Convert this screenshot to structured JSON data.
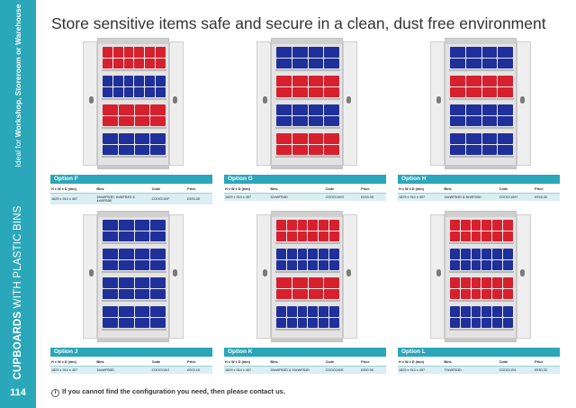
{
  "sidebar": {
    "tagline_prefix": "Ideal for ",
    "tagline_bold": "Workshop, Storeroom or Warehouse",
    "section_bold": "CUPBOARDS",
    "section_rest": " WITH PLASTIC BINS",
    "page_number": "114"
  },
  "headline": "Store sensitive items safe and secure in a clean, dust free environment",
  "table_headers": [
    "H x W x D (mm)",
    "Bins",
    "Code",
    "Price"
  ],
  "options": [
    {
      "label": "Option F",
      "row": [
        "1829 x 914 x 457",
        "28xWFB3D, 8xWFB4D & 4xWFB5E",
        "CDOG/10/F",
        "£925.35"
      ],
      "shelves": [
        [
          "red",
          "s"
        ],
        [
          "blue",
          "s"
        ],
        [
          "red",
          "b"
        ],
        [
          "blue",
          "b"
        ]
      ]
    },
    {
      "label": "Option G",
      "row": [
        "1829 x 914 x 457",
        "32xWFB4D",
        "CDOG/10/G",
        "£933.35"
      ],
      "shelves": [
        [
          "blue",
          "b"
        ],
        [
          "red",
          "b"
        ],
        [
          "blue",
          "b"
        ],
        [
          "red",
          "b"
        ]
      ]
    },
    {
      "label": "Option H",
      "row": [
        "1829 x 914 x 457",
        "16xWFB4D & 8xWFB5D",
        "CDOG/10/H",
        "£918.30"
      ],
      "shelves": [
        [
          "blue",
          "b"
        ],
        [
          "red",
          "b"
        ],
        [
          "blue",
          "b"
        ],
        [
          "blue",
          "b"
        ]
      ]
    },
    {
      "label": "Option J",
      "row": [
        "1829 x 914 x 457",
        "16xWFB5D",
        "CDOG/10/J",
        "£903.15"
      ],
      "shelves": [
        [
          "blue",
          "b"
        ],
        [
          "blue",
          "b"
        ],
        [
          "blue",
          "b"
        ],
        [
          "blue",
          "b"
        ]
      ]
    },
    {
      "label": "Option K",
      "row": [
        "1829 x 914 x 457",
        "28xWFB3D & 16xWFB4D",
        "CDOG/10/K",
        "£930.95"
      ],
      "shelves": [
        [
          "red",
          "s"
        ],
        [
          "blue",
          "s"
        ],
        [
          "red",
          "b"
        ],
        [
          "blue",
          "s"
        ]
      ]
    },
    {
      "label": "Option L",
      "row": [
        "1829 x 914 x 457",
        "70xWFB3D",
        "CDOG/10/L",
        "£930.30"
      ],
      "shelves": [
        [
          "red",
          "s"
        ],
        [
          "blue",
          "s"
        ],
        [
          "red",
          "s"
        ],
        [
          "blue",
          "s"
        ]
      ]
    }
  ],
  "footer": {
    "icon": "info-icon",
    "text": "If you cannot find the configuration you need, then please contact us."
  }
}
